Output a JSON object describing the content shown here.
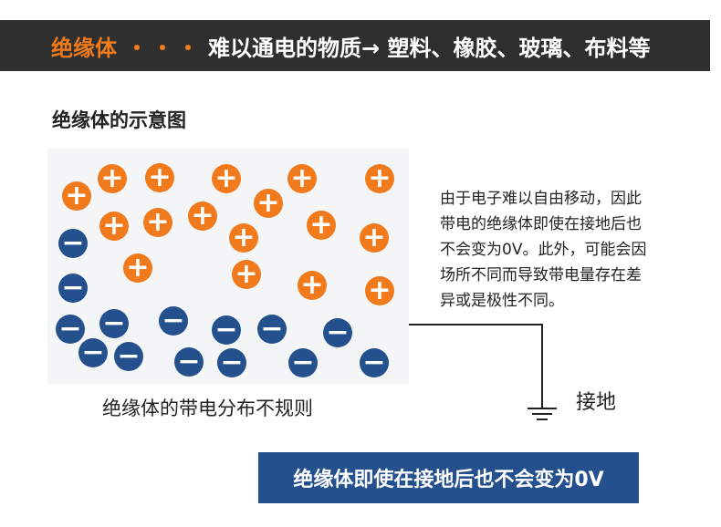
{
  "header": {
    "highlight": "绝缘体",
    "dots": "・・・",
    "text": "难以通电的物质→ 塑料、橡胶、玻璃、布料等"
  },
  "subtitle": "绝缘体的示意图",
  "diagram": {
    "positive_symbol": "+",
    "negative_symbol": "−",
    "caption": "绝缘体的带电分布不规则",
    "description_lines": [
      "由于电子难以自由移动，因此",
      "带电的绝缘体即使在接地后也",
      "不会变为0V。此外，可能会因",
      "场所不同而导致带电量存在差",
      "异或是极性不同。"
    ],
    "ground_label": "接地"
  },
  "note": "绝缘体即使在接地后也不会变为0V",
  "colors": {
    "accent": "#f07a1c",
    "negative": "#24508e",
    "header_bg": "#2f2f2f"
  }
}
